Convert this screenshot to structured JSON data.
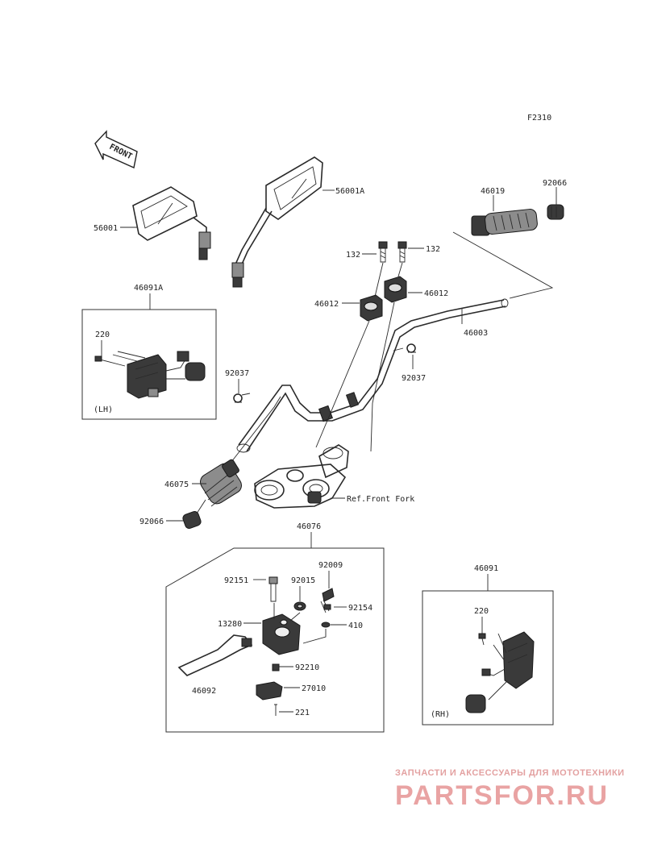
{
  "figure_code": "F2310",
  "front_arrow_label": "FRONT",
  "labels": {
    "p56001": "56001",
    "p56001A": "56001A",
    "p46019": "46019",
    "p92066_top": "92066",
    "p132_left": "132",
    "p132_right": "132",
    "p46012_left": "46012",
    "p46012_right": "46012",
    "p46003": "46003",
    "p46091A": "46091A",
    "p220_lh": "220",
    "lh": "(LH)",
    "p92037_left": "92037",
    "p92037_right": "92037",
    "p46075": "46075",
    "p92066_bottom": "92066",
    "ref_front_fork": "Ref.Front Fork",
    "p46076": "46076",
    "p92009": "92009",
    "p92151": "92151",
    "p92015": "92015",
    "p92154": "92154",
    "p13280": "13280",
    "p410": "410",
    "p92210": "92210",
    "p46092": "46092",
    "p27010": "27010",
    "p221": "221",
    "p46091": "46091",
    "p220_rh": "220",
    "rh": "(RH)"
  },
  "watermark": {
    "tagline": "ЗАПЧАСТИ И АКСЕССУАРЫ ДЛЯ МОТОТЕХНИКИ",
    "brand": "PARTSFOR.RU"
  }
}
